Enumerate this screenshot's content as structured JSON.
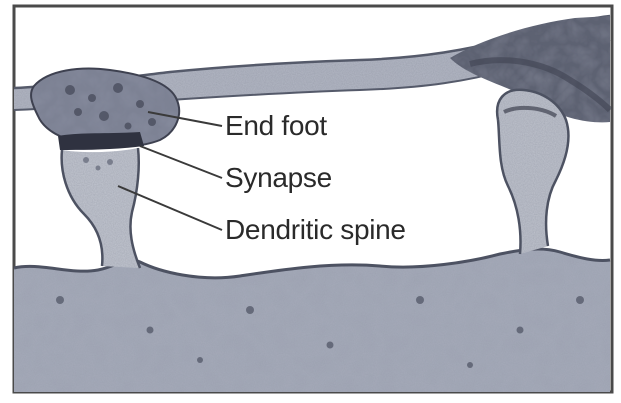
{
  "labels": {
    "end_foot": "End foot",
    "synapse": "Synapse",
    "dendritic_spine": "Dendritic spine"
  },
  "colors": {
    "frame": "#4a4a4a",
    "lumen": "#ffffff",
    "tissue_light": "#b4b8c4",
    "tissue_mid": "#9da2b2",
    "tissue_dark": "#5d6272",
    "spine_fill": "#c2c6d0",
    "end_foot_dark": "#3c3f4c",
    "leader_line": "#3a3a3a",
    "label_text": "#2a2a2a"
  }
}
